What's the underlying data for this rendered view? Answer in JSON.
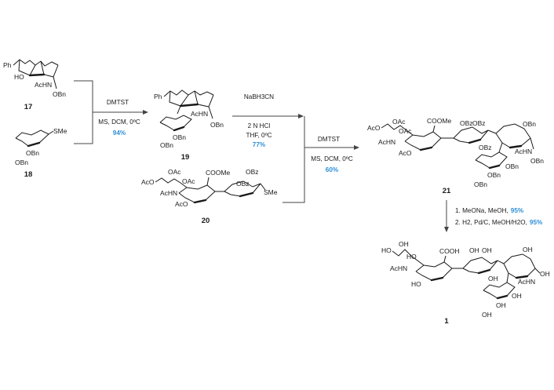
{
  "colors": {
    "yield": "#2e8fd6",
    "ink": "#1a1a1a",
    "arrow": "#444444"
  },
  "compounds": {
    "c17": {
      "number": "17",
      "labels": {
        "ph": "Ph",
        "ho": "HO",
        "achn": "AcHN",
        "obn": "OBn"
      }
    },
    "c18": {
      "number": "18",
      "labels": {
        "sme": "SMe",
        "obn1": "OBn",
        "obn2": "OBn"
      }
    },
    "c19": {
      "number": "19",
      "labels": {
        "ph": "Ph",
        "achn": "AcHN",
        "obn_anomeric": "OBn",
        "obn1": "OBn",
        "obn2": "OBn"
      }
    },
    "c20": {
      "number": "20",
      "labels": {
        "aco_top": "AcO",
        "oac1": "OAc",
        "oac2": "OAc",
        "coome": "COOMe",
        "obz1": "OBz",
        "obz2": "OBz",
        "achn": "AcHN",
        "aco_bottom": "AcO",
        "sme": "SMe"
      }
    },
    "c21": {
      "number": "21",
      "labels": {
        "aco_top": "AcO",
        "oac1": "OAc",
        "oac2": "OAc",
        "coome": "COOMe",
        "obz1": "OBz",
        "obz2": "OBz",
        "obz3": "OBz",
        "obn_top": "OBn",
        "achn_left": "AcHN",
        "aco_bottom": "AcO",
        "achn_right": "AcHN",
        "obn_anomeric": "OBn",
        "obn1": "OBn",
        "obn2": "OBn",
        "obn3": "OBn"
      }
    },
    "c1": {
      "number": "1",
      "labels": {
        "ho1": "HO",
        "oh1": "OH",
        "ho2": "HO",
        "cooh": "COOH",
        "oh_gal1": "OH",
        "oh_gal2": "OH",
        "oh_glc": "OH",
        "achn_left": "AcHN",
        "ho3": "HO",
        "achn_right": "AcHN",
        "oh_anomeric": "OH",
        "oh_fuc1": "OH",
        "oh_fuc2": "OH",
        "oh_fuc3": "OH",
        "oh_x": "OH"
      }
    }
  },
  "step1": {
    "reagent": "DMTST",
    "conditions": "MS, DCM, 0ºC",
    "yield": "94%"
  },
  "step2": {
    "reagent": "NaBH3CN",
    "acid": "2 N HCl",
    "conditions": "THF, 0ºC",
    "yield": "77%"
  },
  "step3": {
    "reagent": "DMTST",
    "conditions": "MS, DCM, 0ºC",
    "yield": "60%"
  },
  "step4": {
    "line1": "1. MeONa, MeOH,",
    "yield1": "95%",
    "line2": "2. H2, Pd/C, MeOH/H2O,",
    "yield2": "95%"
  }
}
